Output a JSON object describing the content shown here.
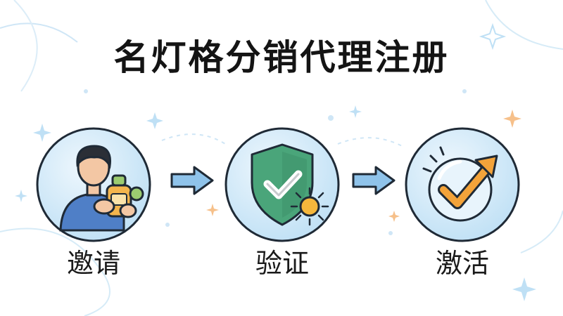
{
  "title": "名灯格分销代理注册",
  "steps": [
    {
      "label": "邀请",
      "icon": "person-with-bottle-icon"
    },
    {
      "label": "验证",
      "icon": "shield-check-icon"
    },
    {
      "label": "激活",
      "icon": "checkmark-arrow-icon"
    }
  ],
  "colors": {
    "circle_fill": "#d6ecfa",
    "circle_stroke": "#1f2a36",
    "arrow_fill": "#8fc3ea",
    "shield_fill": "#4aa57a",
    "check_orange": "#f3a33a",
    "deco_blue": "#bfe0f5",
    "deco_orange": "#f6c08a"
  }
}
